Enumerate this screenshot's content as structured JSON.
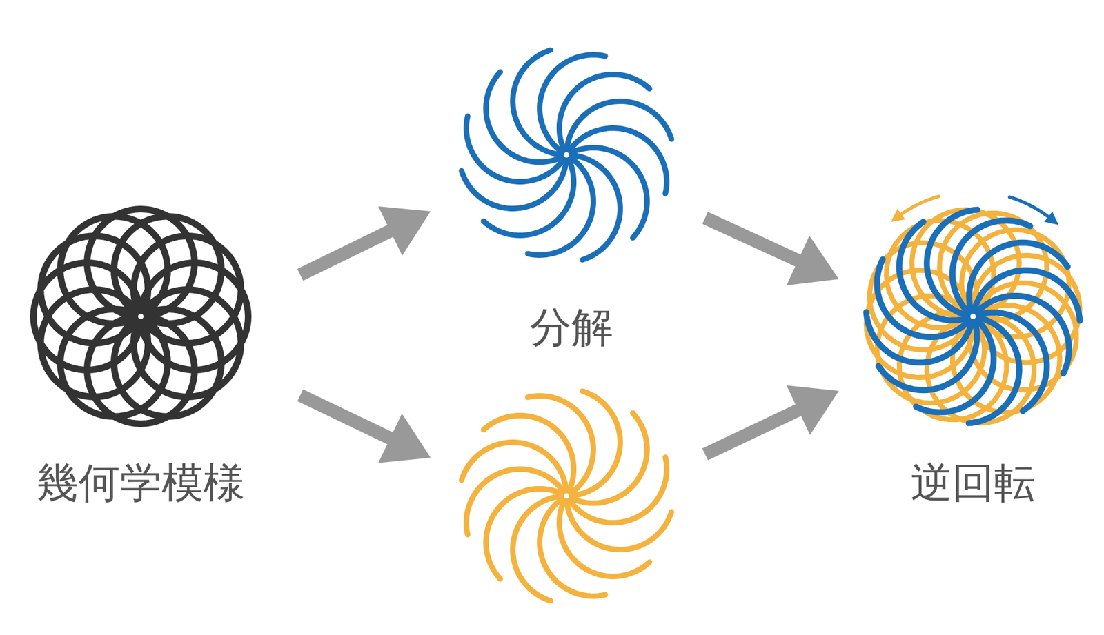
{
  "diagram": {
    "labels": [
      "幾何学模様",
      "分解",
      "逆回転"
    ]
  }
}
